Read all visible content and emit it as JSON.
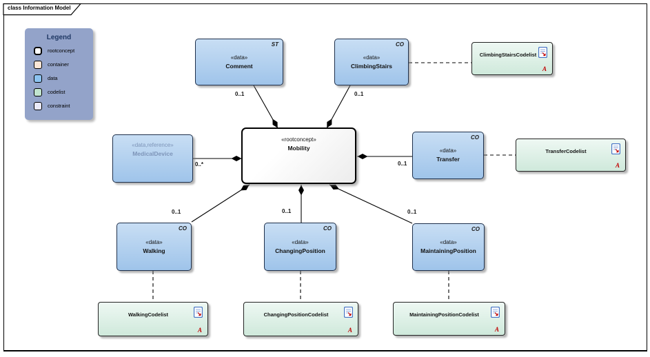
{
  "frame": {
    "label": "class Information Model"
  },
  "legend": {
    "title": "Legend",
    "items": [
      {
        "label": "rootconcept",
        "color": "#ffffff"
      },
      {
        "label": "container",
        "color": "#fbe5d6"
      },
      {
        "label": "data",
        "color": "#8cc3f0"
      },
      {
        "label": "codelist",
        "color": "#c1e4cf"
      },
      {
        "label": "constraint",
        "color": "#e9e9f8"
      }
    ]
  },
  "nodes": {
    "mobility": {
      "stereotype": "«rootconcept»",
      "name": "Mobility"
    },
    "comment": {
      "stereotype": "«data»",
      "name": "Comment",
      "tag": "ST"
    },
    "climbing_stairs": {
      "stereotype": "«data»",
      "name": "ClimbingStairs",
      "tag": "CO"
    },
    "medical_device": {
      "stereotype": "«data,reference»",
      "name": "MedicalDevice"
    },
    "transfer": {
      "stereotype": "«data»",
      "name": "Transfer",
      "tag": "CO"
    },
    "walking": {
      "stereotype": "«data»",
      "name": "Walking",
      "tag": "CO"
    },
    "changing_position": {
      "stereotype": "«data»",
      "name": "ChangingPosition",
      "tag": "CO"
    },
    "maintaining_position": {
      "stereotype": "«data»",
      "name": "MaintainingPosition",
      "tag": "CO"
    },
    "climbing_stairs_codelist": {
      "name": "ClimbingStairsCodelist",
      "badge": "A"
    },
    "transfer_codelist": {
      "name": "TransferCodelist",
      "badge": "A"
    },
    "walking_codelist": {
      "name": "WalkingCodelist",
      "badge": "A"
    },
    "changing_position_codelist": {
      "name": "ChangingPositionCodelist",
      "badge": "A"
    },
    "maintaining_position_codelist": {
      "name": "MaintainingPositionCodelist",
      "badge": "A"
    }
  },
  "multiplicities": {
    "comment": "0..1",
    "climbing_stairs": "0..1",
    "medical_device": "0..*",
    "transfer": "0..1",
    "walking": "0..1",
    "changing_position": "0..1",
    "maintaining_position": "0..1"
  },
  "colors": {
    "data_fill": "#9fc4ea",
    "codelist_fill": "#cfe9db",
    "rootconcept_fill": "#ffffff",
    "legend_background": "#93a3c9",
    "badge_red": "#c00000",
    "doc_icon_blue": "#4472c4"
  }
}
